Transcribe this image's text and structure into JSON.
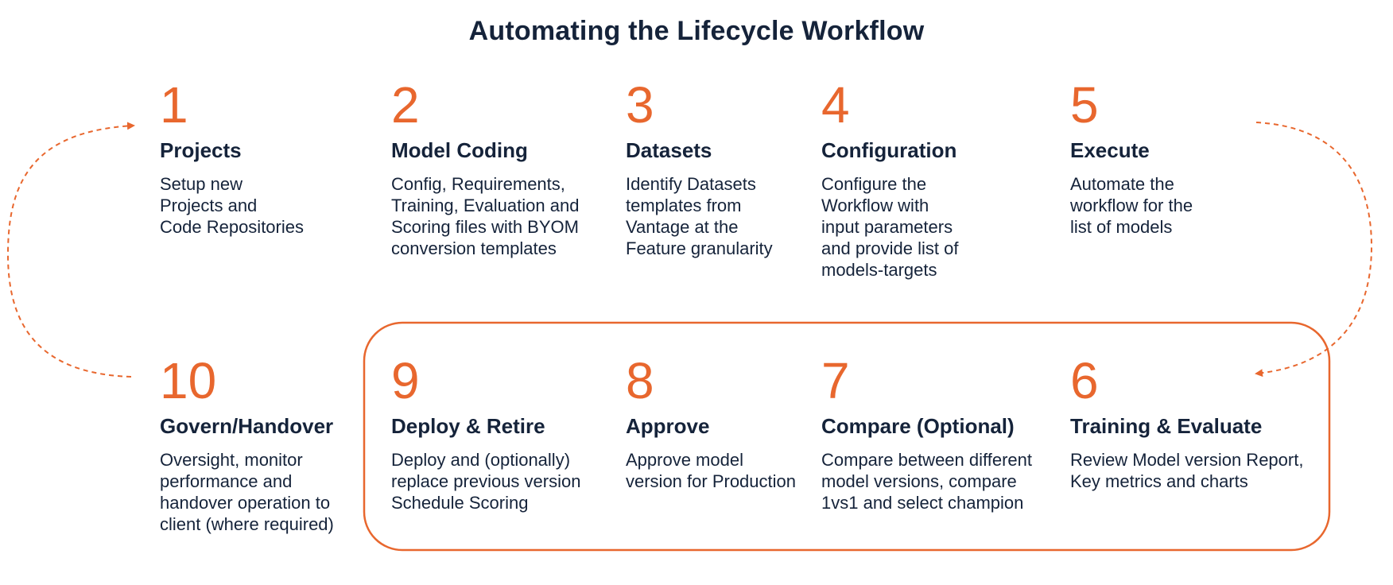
{
  "title": "Automating the Lifecycle Workflow",
  "colors": {
    "accent": "#e8672e",
    "text": "#15233a"
  },
  "steps": [
    {
      "num": "1",
      "head": "Projects",
      "desc": "Setup new\nProjects and\nCode Repositories"
    },
    {
      "num": "2",
      "head": "Model Coding",
      "desc": "Config, Requirements,\nTraining, Evaluation and\nScoring files with BYOM\nconversion templates"
    },
    {
      "num": "3",
      "head": "Datasets",
      "desc": "Identify Datasets\ntemplates from\nVantage at the\nFeature granularity"
    },
    {
      "num": "4",
      "head": "Configuration",
      "desc": "Configure the\nWorkflow with\ninput parameters\nand provide list of\nmodels-targets"
    },
    {
      "num": "5",
      "head": "Execute",
      "desc": "Automate the\nworkflow for the\nlist of models"
    },
    {
      "num": "6",
      "head": "Training & Evaluate",
      "desc": "Review Model version Report,\nKey metrics and charts"
    },
    {
      "num": "7",
      "head": "Compare (Optional)",
      "desc": "Compare between different\nmodel versions, compare\n1vs1 and select champion"
    },
    {
      "num": "8",
      "head": "Approve",
      "desc": "Approve model\nversion for Production"
    },
    {
      "num": "9",
      "head": "Deploy & Retire",
      "desc": "Deploy and (optionally)\nreplace previous version\nSchedule Scoring"
    },
    {
      "num": "10",
      "head": "Govern/Handover",
      "desc": "Oversight, monitor\nperformance and\nhandover operation to\nclient (where required)"
    }
  ]
}
